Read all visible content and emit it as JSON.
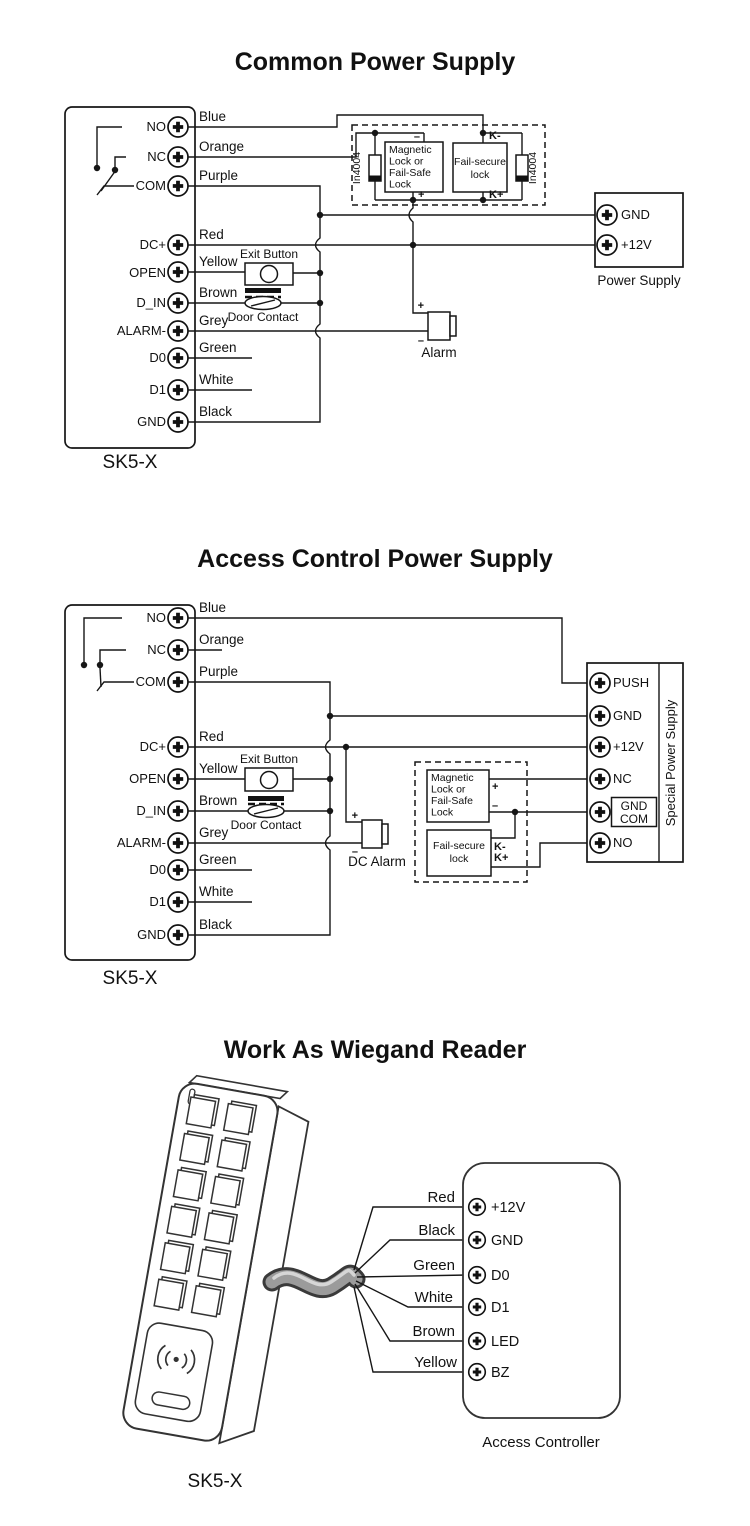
{
  "diagram1": {
    "title": "Common Power Supply",
    "device_label": "SK5-X",
    "terminals": [
      "NO",
      "NC",
      "COM",
      "DC+",
      "OPEN",
      "D_IN",
      "ALARM-",
      "D0",
      "D1",
      "GND"
    ],
    "wires": [
      "Blue",
      "Orange",
      "Purple",
      "Red",
      "Yellow",
      "Brown",
      "Grey",
      "Green",
      "White",
      "Black"
    ],
    "exit_button_label": "Exit Button",
    "door_contact_label": "Door Contact",
    "lock_unit": {
      "diode": "In4004",
      "magnetic_lock_lines": [
        "Magnetic",
        "Lock or",
        "Fail-Safe",
        "Lock"
      ],
      "fail_secure_lines": [
        "Fail-secure",
        "lock"
      ],
      "minus": "–",
      "plus": "+",
      "k_minus": "K-",
      "k_plus": "K+"
    },
    "alarm": {
      "label": "Alarm",
      "plus": "+",
      "minus": "–"
    },
    "power_supply": {
      "label": "Power Supply",
      "terminals": [
        "GND",
        "+12V"
      ]
    }
  },
  "diagram2": {
    "title": "Access Control Power Supply",
    "device_label": "SK5-X",
    "terminals": [
      "NO",
      "NC",
      "COM",
      "DC+",
      "OPEN",
      "D_IN",
      "ALARM-",
      "D0",
      "D1",
      "GND"
    ],
    "wires": [
      "Blue",
      "Orange",
      "Purple",
      "Red",
      "Yellow",
      "Brown",
      "Grey",
      "Green",
      "White",
      "Black"
    ],
    "exit_button_label": "Exit Button",
    "door_contact_label": "Door Contact",
    "lock_unit": {
      "magnetic_lock_lines": [
        "Magnetic",
        "Lock or",
        "Fail-Safe",
        "Lock"
      ],
      "fail_secure_lines": [
        "Fail-secure",
        "lock"
      ],
      "minus": "–",
      "plus": "+",
      "k_minus": "K-",
      "k_plus": "K+"
    },
    "dc_alarm": {
      "label": "DC Alarm",
      "plus": "+",
      "minus": "–"
    },
    "power_supply": {
      "label": "Special Power Supply",
      "terminals": [
        "PUSH",
        "GND",
        "+12V",
        "NC"
      ],
      "gnd_com_lines": [
        "GND",
        "COM"
      ],
      "no_label": "NO"
    }
  },
  "diagram3": {
    "title": "Work As Wiegand Reader",
    "device_label": "SK5-X",
    "wires": [
      "Red",
      "Black",
      "Green",
      "White",
      "Brown",
      "Yellow"
    ],
    "controller": {
      "label": "Access Controller",
      "terminals": [
        "+12V",
        "GND",
        "D0",
        "D1",
        "LED",
        "BZ"
      ]
    }
  }
}
